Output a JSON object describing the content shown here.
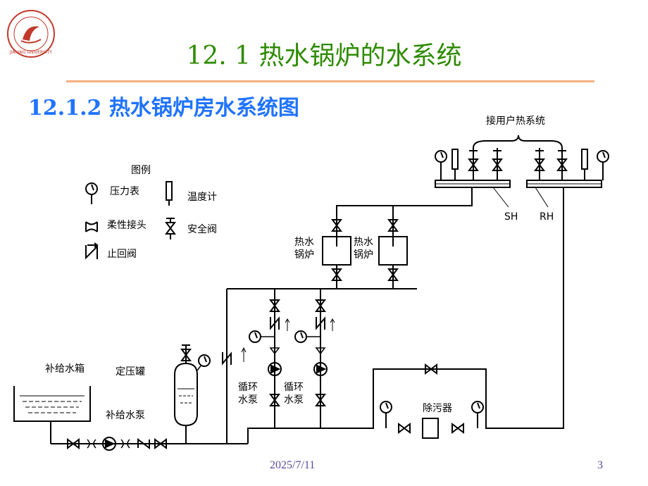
{
  "header": {
    "title": "12. 1  热水锅炉的水系统",
    "subtitle": "12.1.2  热水锅炉房水系统图"
  },
  "logo": {
    "seal_text": "嘉兴学院 JIAXING UNIVERSITY"
  },
  "legend": {
    "title": "图例",
    "items": {
      "pressure_gauge": "压力表",
      "thermometer": "温度计",
      "flexible_joint": "柔性接头",
      "safety_valve": "安全阀",
      "check_valve": "止回阀"
    }
  },
  "diagram": {
    "user_heat_system": "接用户热系统",
    "sh": "SH",
    "rh": "RH",
    "boiler_1": [
      "热水",
      "锅炉"
    ],
    "boiler_2": [
      "热水",
      "锅炉"
    ],
    "pump_1": [
      "循环",
      "水泵"
    ],
    "pump_2": [
      "循环",
      "水泵"
    ],
    "makeup_tank": "补给水箱",
    "pressure_tank": "定压罐",
    "makeup_pump": "补给水泵",
    "desilter": "除污器"
  },
  "footer": {
    "date": "2025/7/11",
    "page": "3"
  },
  "colors": {
    "title_green": "#2e8b00",
    "subtitle_blue": "#1f73ff",
    "rule_orange": "#f4b183",
    "footer_purple": "#5a4aa0"
  }
}
